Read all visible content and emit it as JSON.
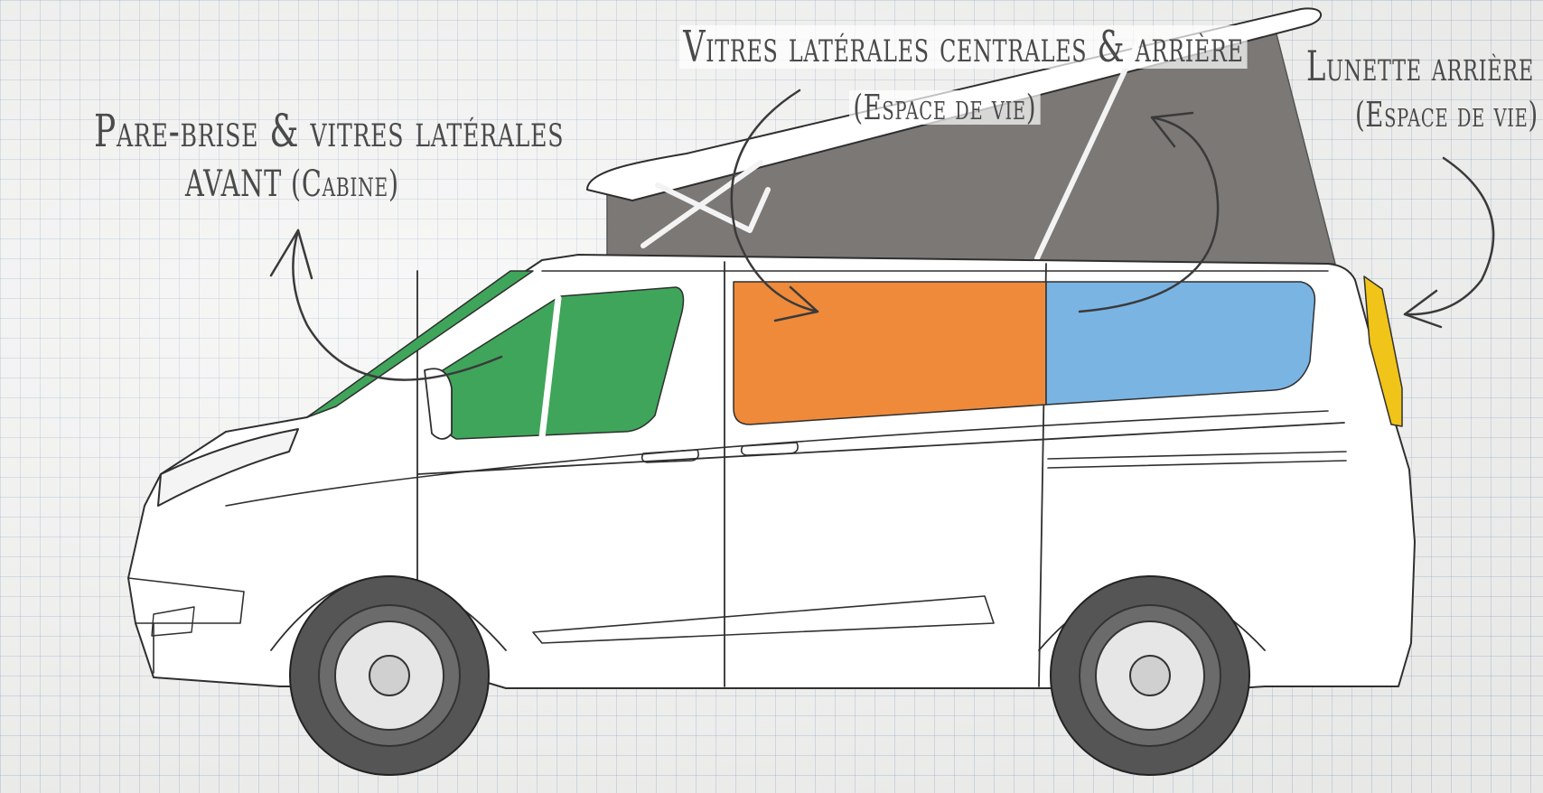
{
  "labels": {
    "front_title": "Pare-brise & vitres latérales",
    "front_subtitle": "AVANT (Cabine)",
    "center_title": "Vitres latérales centrales & arrière",
    "center_subtitle": "(Espace de vie)",
    "rear_title": "Lunette arrière",
    "rear_subtitle": "(Espace de vie)"
  },
  "colors": {
    "front_glass": "#3fa55a",
    "center_glass": "#ee8a3a",
    "rear_side_glass": "#7ab4e3",
    "rear_window": "#f0c418",
    "roof_tent": "#7b7876",
    "outline": "#2f2f2f"
  }
}
